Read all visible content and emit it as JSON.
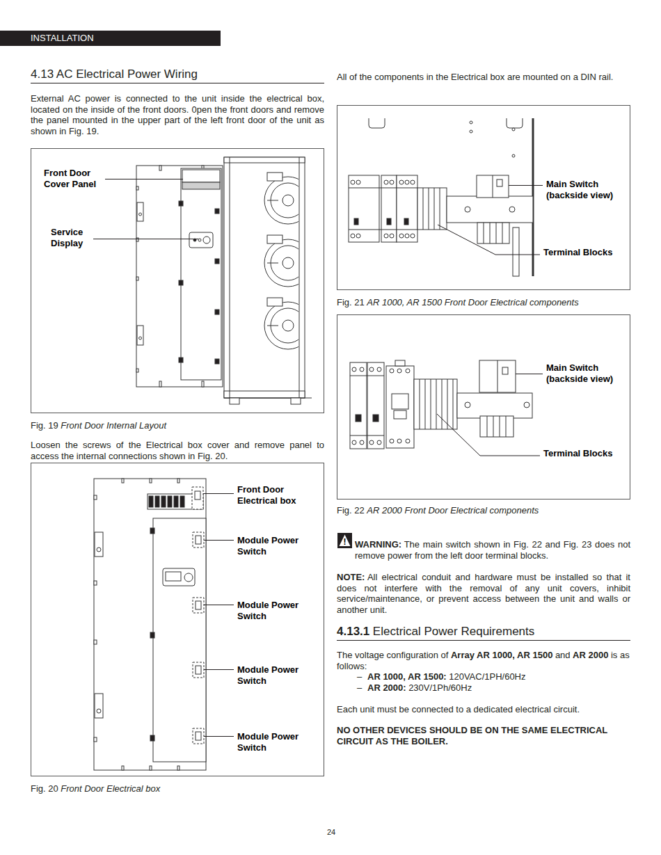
{
  "diagram": {
    "title": "4.13 AC Electrical Power Wiring",
    "nodes": [
      {
        "text": [
          "INSTALLATION"
        ]
      },
      {
        "text": [
          "Front Door Cover Panel",
          "Service Display"
        ]
      },
      {
        "text": [
          "Front Door Electrical box",
          "Module Power Switch",
          "Module Power Switch",
          "Module Power Switch",
          "Module Power Switch"
        ]
      },
      {
        "text": [
          "Main Switch (backside view)",
          "Terminal Blocks"
        ]
      },
      {
        "text": [
          "Main Switch (backside view)",
          "Terminal Blocks"
        ]
      }
    ],
    "labels": [
      "External AC power is connected to the unit inside the electrical box, located on the inside of the front doors. 0pen the front doors and remove the panel mounted in the upper part of the left front door of the unit as shown in Fig. 19.",
      "Fig. 19",
      "Front Door Internal Layout",
      "Loosen the screws of the Electrical box cover and remove panel to access the internal connections shown in Fig. 20.",
      "Fig. 20",
      "Front Door Electrical box",
      "All of the components in the Electrical box are mounted on a DIN rail.",
      "Fig. 21",
      "AR 1000, AR 1500 Front Door Electrical components",
      "Fig. 22",
      "AR 2000 Front Door Electrical components",
      "!",
      "WARNING:",
      "The main switch shown in Fig. 22 and Fig. 23 does not remove power from the left door terminal blocks.",
      "NOTE:",
      "All electrical conduit and hardware must be installed so that it does not interfere with the removal of any unit covers, inhibit service/maintenance, or prevent access between the unit and walls or another unit.",
      "4.13.1",
      "Electrical Power Requirements",
      "The voltage configuration of",
      "Array AR 1000, AR 1500",
      "and",
      "AR 2000",
      "is as follows:",
      "–",
      "AR 1000, AR 1500:",
      "120VAC/1PH/60Hz",
      "–",
      "AR 2000:",
      "230V/1Ph/60Hz",
      "Each unit must be connected to a dedicated electrical circuit.",
      "NO OTHER DEVICES SHOULD BE ON THE SAME ELECTRICAL CIRCUIT AS THE BOILER.",
      "24"
    ]
  }
}
